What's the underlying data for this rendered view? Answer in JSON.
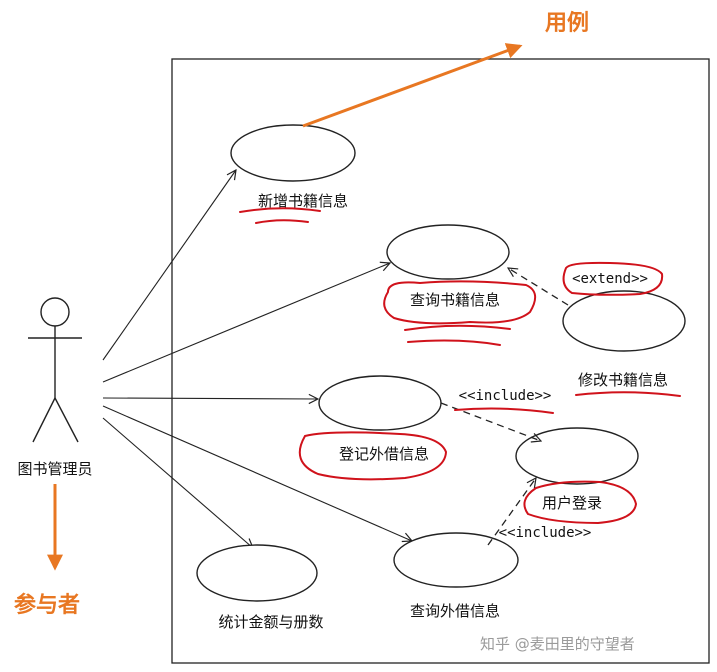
{
  "actor": {
    "name": "图书管理员"
  },
  "use_cases": {
    "add_book": "新增书籍信息",
    "query_book": "查询书籍信息",
    "modify_book": "修改书籍信息",
    "register_lend": "登记外借信息",
    "user_login": "用户登录",
    "stats": "统计金额与册数",
    "query_lend": "查询外借信息"
  },
  "relations": {
    "extend": "<extend>>",
    "include_1": "<<include>>",
    "include_2": "<<include>>"
  },
  "annotations": {
    "use_case": "用例",
    "actor": "参与者"
  },
  "colors": {
    "annotation": "#e87722",
    "markup": "#d0121b"
  },
  "watermark": "知乎 @麦田里的守望者"
}
